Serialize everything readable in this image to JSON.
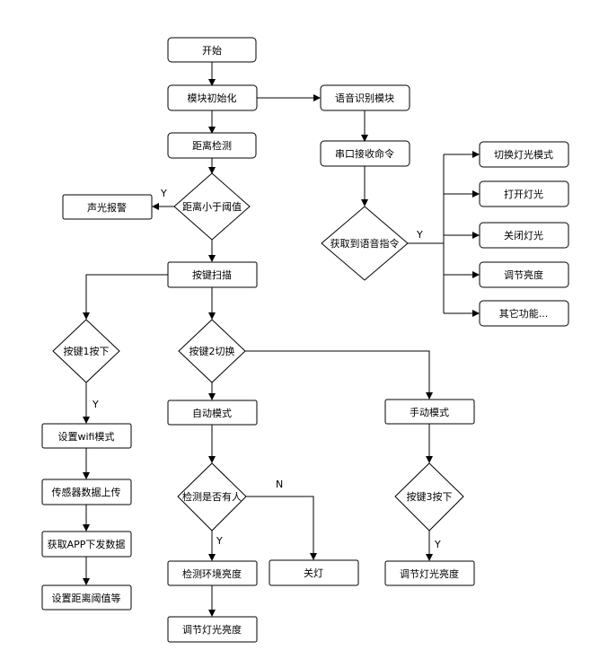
{
  "nodes": {
    "start": "开始",
    "init": "模块初始化",
    "voice_module": "语音识别模块",
    "distance_detect": "距离检测",
    "serial_cmd": "串口接收命令",
    "switch_light_mode": "切换灯光模式",
    "turn_on_light": "打开灯光",
    "turn_off_light": "关闭灯光",
    "adjust_brightness_voice": "调节亮度",
    "other_functions": "其它功能...",
    "alarm": "声光报警",
    "distance_check": "距离小于阈值",
    "get_voice_cmd": "获取到语音指令",
    "key_scan": "按键扫描",
    "key1": "按键1按下",
    "key2": "按键2切换",
    "auto_mode": "自动模式",
    "manual_mode": "手动模式",
    "set_wifi": "设置wifi模式",
    "upload_sensor": "传感器数据上传",
    "get_app_data": "获取APP下发数据",
    "set_threshold": "设置距离阈值等",
    "detect_person": "检测是否有人",
    "key3": "按键3按下",
    "detect_env_brightness": "检测环境亮度",
    "lights_off": "关灯",
    "adjust_light_brightness_manual": "调节灯光亮度",
    "adjust_light_brightness_auto": "调节灯光亮度"
  },
  "edge_labels": {
    "alarm_yes": "Y",
    "voice_yes": "Y",
    "key1_yes": "Y",
    "person_no": "N",
    "person_yes": "Y",
    "key3_yes": "Y"
  }
}
